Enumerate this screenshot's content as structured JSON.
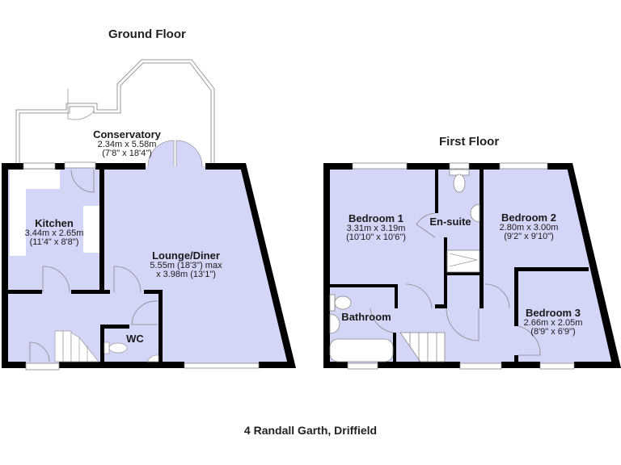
{
  "ground_floor": {
    "title": "Ground Floor",
    "rooms": [
      {
        "name": "Conservatory",
        "dim1": "2.34m x 5.58m",
        "dim2": "(7'8\" x 18'4\")"
      },
      {
        "name": "Kitchen",
        "dim1": "3.44m x 2.65m",
        "dim2": "(11'4\" x 8'8\")"
      },
      {
        "name": "Lounge/Diner",
        "dim1": "5.55m (18'3\") max",
        "dim2": "x 3.98m (13'1\")"
      },
      {
        "name": "WC"
      }
    ]
  },
  "first_floor": {
    "title": "First Floor",
    "rooms": [
      {
        "name": "Bedroom 1",
        "dim1": "3.31m x 3.19m",
        "dim2": "(10'10\" x 10'6\")"
      },
      {
        "name": "En-suite"
      },
      {
        "name": "Bedroom 2",
        "dim1": "2.80m x 3.00m",
        "dim2": "(9'2\" x 9'10\")"
      },
      {
        "name": "Bathroom"
      },
      {
        "name": "Bedroom 3",
        "dim1": "2.66m x 2.05m",
        "dim2": "(8'9\" x 6'9\")"
      }
    ]
  },
  "address": "4 Randall Garth, Driffield",
  "colors": {
    "floor": "#d4d6f7",
    "wall": "#000000",
    "conservatory_outline": "#9a9a9a"
  }
}
